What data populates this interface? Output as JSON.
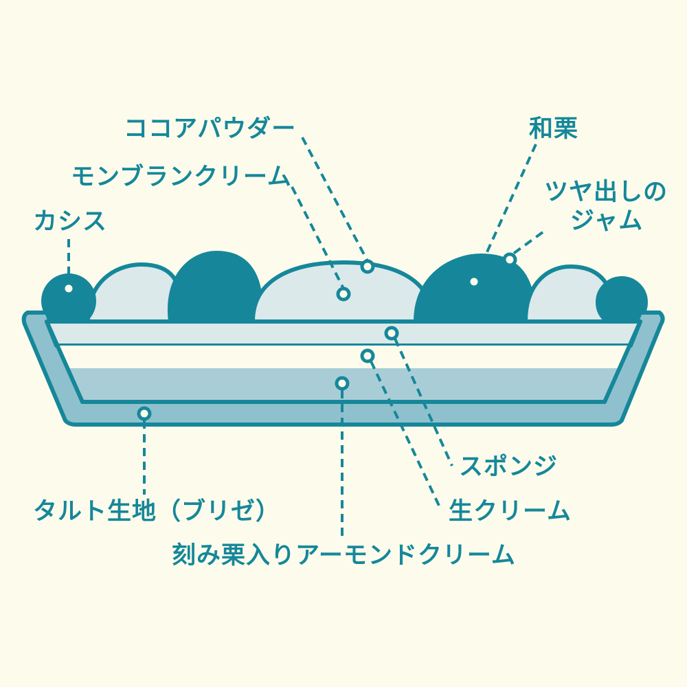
{
  "colors": {
    "background": "#fdfcec",
    "teal": "#16879a",
    "light": "#dbe9eb",
    "mid": "#a9cdd6",
    "crust": "#8ec1cd",
    "cream": "#fdfcec"
  },
  "labels": {
    "cassis": "カシス",
    "montblanc_cream": "モンブランクリーム",
    "cocoa_powder": "ココアパウダー",
    "waguri": "和栗",
    "glaze_jam_line1": "ツヤ出しの",
    "glaze_jam_line2": "ジャム",
    "sponge": "スポンジ",
    "fresh_cream": "生クリーム",
    "almond_cream": "刻み栗入りアーモンドクリーム",
    "tart_crust": "タルト生地（ブリゼ）"
  }
}
